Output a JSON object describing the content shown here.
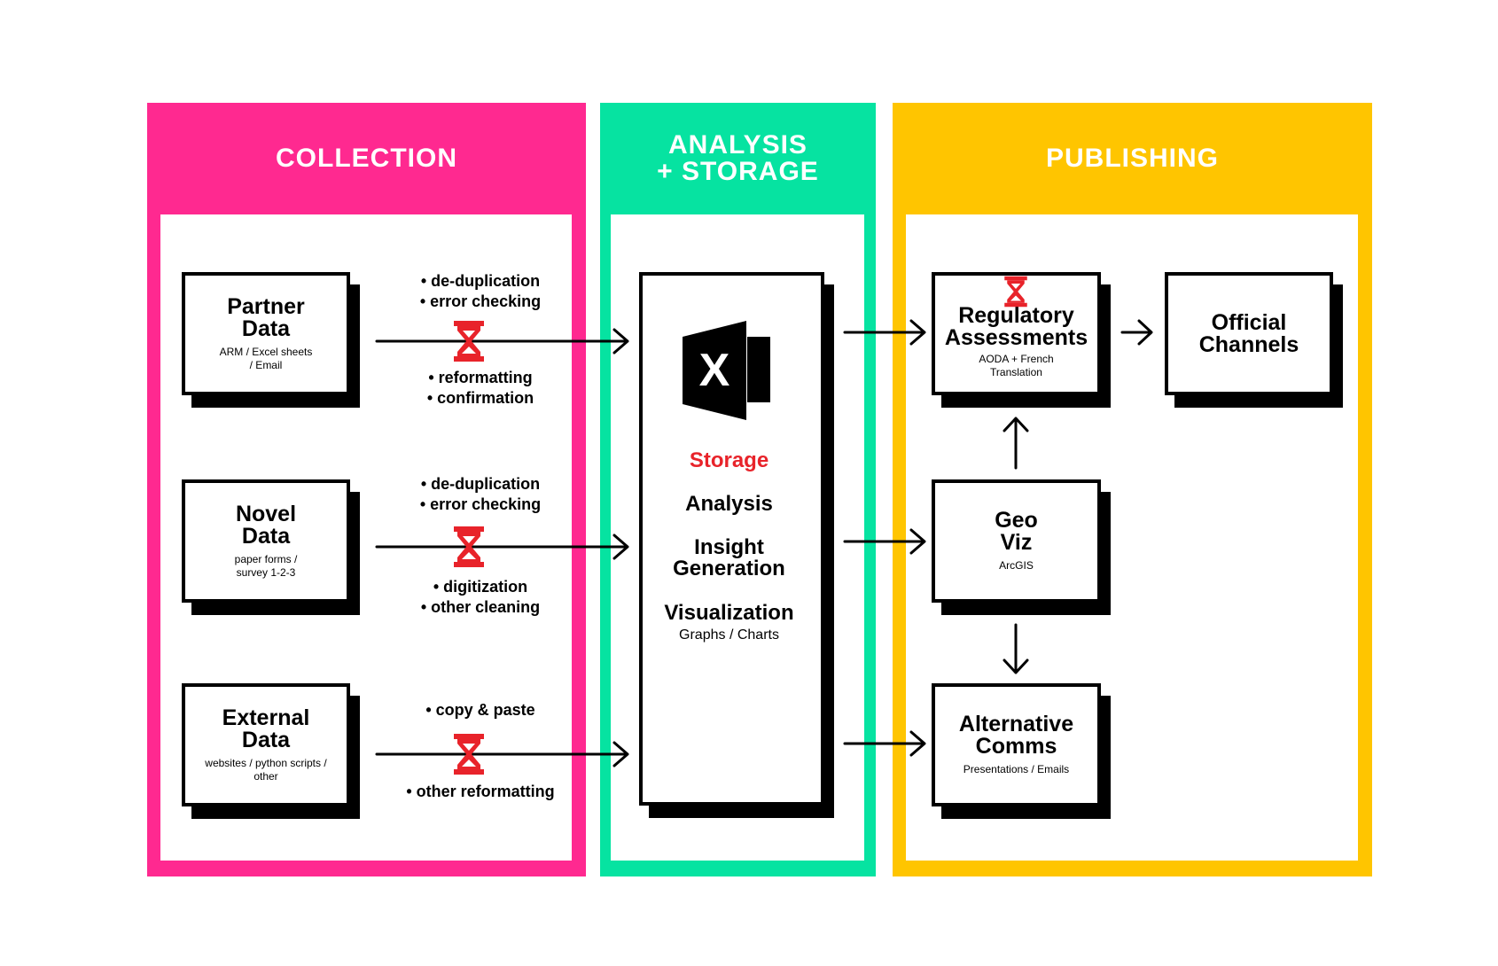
{
  "colors": {
    "collection": "#FF2990",
    "analysis": "#06E3A1",
    "publishing": "#FFC500",
    "hourglass": "#E8232A",
    "storage": "#E8232A"
  },
  "panels": {
    "collection": {
      "title": "COLLECTION"
    },
    "analysis": {
      "title": "ANALYSIS\n+ STORAGE"
    },
    "publishing": {
      "title": "PUBLISHING"
    }
  },
  "sources": [
    {
      "title": "Partner\nData",
      "subtitle": "ARM / Excel sheets\n/ Email",
      "notes_above": [
        "• de-duplication",
        "• error checking"
      ],
      "notes_below": [
        "• reformatting",
        "• confirmation"
      ]
    },
    {
      "title": "Novel\nData",
      "subtitle": "paper forms /\nsurvey 1-2-3",
      "notes_above": [
        "• de-duplication",
        "• error checking"
      ],
      "notes_below": [
        "• digitization",
        "• other cleaning"
      ]
    },
    {
      "title": "External\nData",
      "subtitle": "websites / python scripts /\nother",
      "notes_above": [
        "• copy & paste"
      ],
      "notes_below": [
        "• other reformatting"
      ]
    }
  ],
  "center": {
    "icon": "excel-icon",
    "icon_letter": "X",
    "storage": "Storage",
    "analysis": "Analysis",
    "insight": "Insight\nGeneration",
    "visualization": "Visualization",
    "visualization_sub": "Graphs / Charts"
  },
  "outputs": {
    "regulatory": {
      "title": "Regulatory\nAssessments",
      "subtitle": "AODA + French\nTranslation"
    },
    "official": {
      "title": "Official\nChannels"
    },
    "geoviz": {
      "title": "Geo\nViz",
      "subtitle": "ArcGIS"
    },
    "altcomms": {
      "title": "Alternative\nComms",
      "subtitle": "Presentations / Emails"
    }
  }
}
